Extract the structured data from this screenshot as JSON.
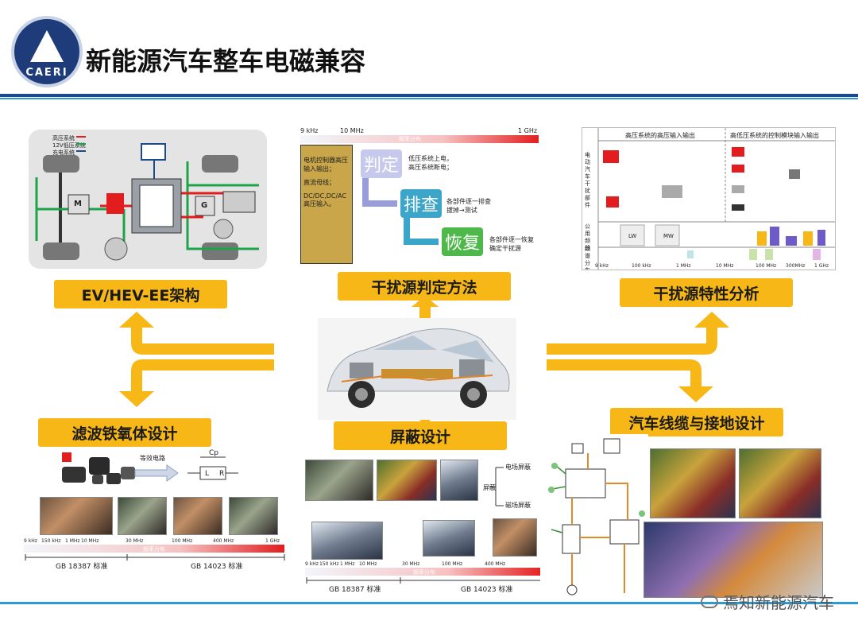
{
  "header": {
    "title": "新能源汽车整车电磁兼容",
    "logo_text": "CAERI"
  },
  "labels": {
    "ev_arch": "EV/HEV-EE架构",
    "interference_method": "干扰源判定方法",
    "interference_analysis": "干扰源特性分析",
    "filter_ferrite": "滤波铁氧体设计",
    "shielding": "屏蔽设计",
    "cable_ground": "汽车线缆与接地设计"
  },
  "ev_panel": {
    "legend": [
      "高压系统",
      "12V低压系统",
      "充电系统"
    ],
    "motor_left": "M",
    "motor_right": "G"
  },
  "method_panel": {
    "freq_ticks": [
      "9 kHz",
      "10 MHz",
      "1 GHz"
    ],
    "freq_caption": "频率分布",
    "side_items": [
      "电机控制器高压输入输出；",
      "直流母线；",
      "DC/DC,DC/AC高压输入。"
    ],
    "steps": [
      {
        "label": "判定",
        "desc": "低压系统上电，\n高压系统断电；"
      },
      {
        "label": "排查",
        "desc": "各部件逐一排查\n拔掉→测试"
      },
      {
        "label": "恢复",
        "desc": "各部件逐一恢复\n确定干扰源"
      }
    ]
  },
  "analysis_panel": {
    "col1": "高压系统的高压输入输出",
    "col2": "高低压系统的控制模块输入输出",
    "row_labels": [
      "电动汽车干扰部件",
      "公用频段",
      "频谱分布"
    ],
    "bands": [
      "LW",
      "MW"
    ],
    "ticks": [
      "9 kHz",
      "100 kHz",
      "1 MHz",
      "10 MHz",
      "100 MHz",
      "300MHz",
      "1 GHz"
    ]
  },
  "filter_panel": {
    "equiv": "等效电路",
    "cp": "Cp",
    "l": "L",
    "r": "R",
    "ticks": [
      "9 kHz",
      "150 kHz",
      "1 MHz",
      "10 MHz",
      "30 MHz",
      "100 MHz",
      "400 MHz",
      "1 GHz"
    ],
    "freq_caption": "频率分布",
    "std1": "GB 18387 标准",
    "std2": "GB 14023 标准"
  },
  "shield_panel": {
    "tree_root": "屏蔽",
    "tree_items": [
      "电场屏蔽",
      "磁场屏蔽"
    ],
    "ticks": [
      "9 kHz",
      "150 kHz",
      "1 MHz",
      "10 MHz",
      "30 MHz",
      "100 MHz",
      "400 MHz"
    ],
    "freq_caption": "频率分布",
    "std1": "GB 18387 标准",
    "std2": "GB 14023 标准"
  },
  "watermark": "焉知新能源汽车",
  "colors": {
    "accent": "#f7b716",
    "navy": "#1d4a8c",
    "blue": "#2a9bd4",
    "red": "#e31d1d",
    "green": "#1fa34a"
  }
}
